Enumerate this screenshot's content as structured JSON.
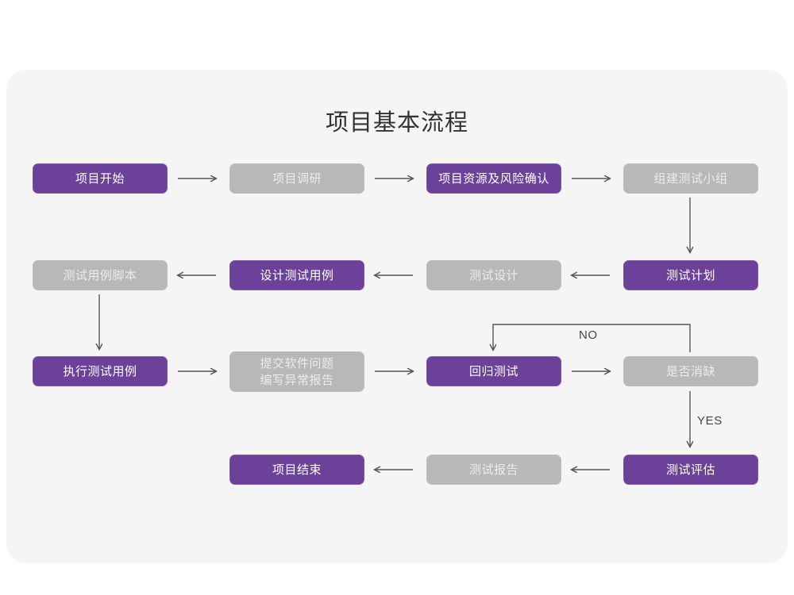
{
  "page": {
    "background": "#ffffff",
    "card_background": "#f5f5f5"
  },
  "colors": {
    "purple": "#6b4199",
    "purple_border": "#8159ab",
    "gray": "#b8b8b8",
    "gray_text": "#ececec",
    "purple_text": "#ffffff",
    "arrow": "#555555",
    "title_text": "#333333"
  },
  "chart_data": {
    "type": "diagram",
    "diagram_kind": "flowchart",
    "title": "项目基本流程",
    "nodes": [
      {
        "id": "n1",
        "label": "项目开始",
        "style": "purple",
        "row": 1,
        "col": 1
      },
      {
        "id": "n2",
        "label": "项目调研",
        "style": "gray",
        "row": 1,
        "col": 2
      },
      {
        "id": "n3",
        "label": "项目资源及风险确认",
        "style": "purple",
        "row": 1,
        "col": 3
      },
      {
        "id": "n4",
        "label": "组建测试小组",
        "style": "gray",
        "row": 1,
        "col": 4
      },
      {
        "id": "n5",
        "label": "测试用例脚本",
        "style": "gray",
        "row": 2,
        "col": 1
      },
      {
        "id": "n6",
        "label": "设计测试用例",
        "style": "purple",
        "row": 2,
        "col": 2
      },
      {
        "id": "n7",
        "label": "测试设计",
        "style": "gray",
        "row": 2,
        "col": 3
      },
      {
        "id": "n8",
        "label": "测试计划",
        "style": "purple",
        "row": 2,
        "col": 4
      },
      {
        "id": "n9",
        "label": "执行测试用例",
        "style": "purple",
        "row": 3,
        "col": 1
      },
      {
        "id": "n10",
        "label": "提交软件问题\n编写异常报告",
        "style": "gray",
        "row": 3,
        "col": 2
      },
      {
        "id": "n11",
        "label": "回归测试",
        "style": "purple",
        "row": 3,
        "col": 3
      },
      {
        "id": "n12",
        "label": "是否消缺",
        "style": "gray",
        "row": 3,
        "col": 4
      },
      {
        "id": "n13",
        "label": "项目结束",
        "style": "purple",
        "row": 4,
        "col": 2
      },
      {
        "id": "n14",
        "label": "测试报告",
        "style": "gray",
        "row": 4,
        "col": 3
      },
      {
        "id": "n15",
        "label": "测试评估",
        "style": "purple",
        "row": 4,
        "col": 4
      }
    ],
    "edges": [
      {
        "from": "n1",
        "to": "n2",
        "label": "",
        "direction": "right"
      },
      {
        "from": "n2",
        "to": "n3",
        "label": "",
        "direction": "right"
      },
      {
        "from": "n3",
        "to": "n4",
        "label": "",
        "direction": "right"
      },
      {
        "from": "n4",
        "to": "n8",
        "label": "",
        "direction": "down"
      },
      {
        "from": "n8",
        "to": "n7",
        "label": "",
        "direction": "left"
      },
      {
        "from": "n7",
        "to": "n6",
        "label": "",
        "direction": "left"
      },
      {
        "from": "n6",
        "to": "n5",
        "label": "",
        "direction": "left"
      },
      {
        "from": "n5",
        "to": "n9",
        "label": "",
        "direction": "down"
      },
      {
        "from": "n9",
        "to": "n10",
        "label": "",
        "direction": "right"
      },
      {
        "from": "n10",
        "to": "n11",
        "label": "",
        "direction": "right"
      },
      {
        "from": "n11",
        "to": "n12",
        "label": "",
        "direction": "right"
      },
      {
        "from": "n12",
        "to": "n11",
        "label": "NO",
        "direction": "loop-up-left"
      },
      {
        "from": "n12",
        "to": "n15",
        "label": "YES",
        "direction": "down"
      },
      {
        "from": "n15",
        "to": "n14",
        "label": "",
        "direction": "left"
      },
      {
        "from": "n14",
        "to": "n13",
        "label": "",
        "direction": "left"
      }
    ],
    "edge_labels": {
      "no": "NO",
      "yes": "YES"
    }
  }
}
